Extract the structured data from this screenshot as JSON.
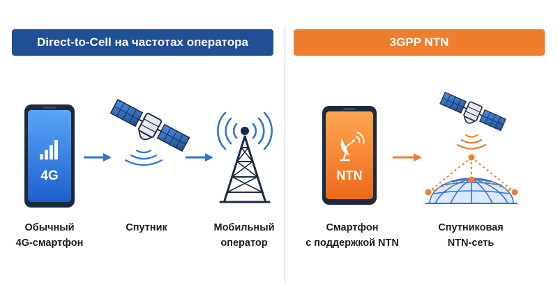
{
  "left_panel": {
    "title": "Direct-to-Cell на частотах оператора",
    "phone_text": "4G",
    "labels": {
      "phone": [
        "Обычный",
        "4G-смартфон"
      ],
      "satellite": [
        "Спутник"
      ],
      "operator": [
        "Мобильный",
        "оператор"
      ]
    }
  },
  "right_panel": {
    "title": "3GPP NTN",
    "phone_text": "NTN",
    "labels": {
      "phone": [
        "Смартфон",
        "с поддержкой NTN"
      ],
      "network": [
        "Спутниковая",
        "NTN-сеть"
      ]
    }
  },
  "colors": {
    "blue": "#1f4f94",
    "bright_blue": "#2f72d6",
    "orange": "#ef7d2e",
    "dark": "#1d2a3e"
  }
}
